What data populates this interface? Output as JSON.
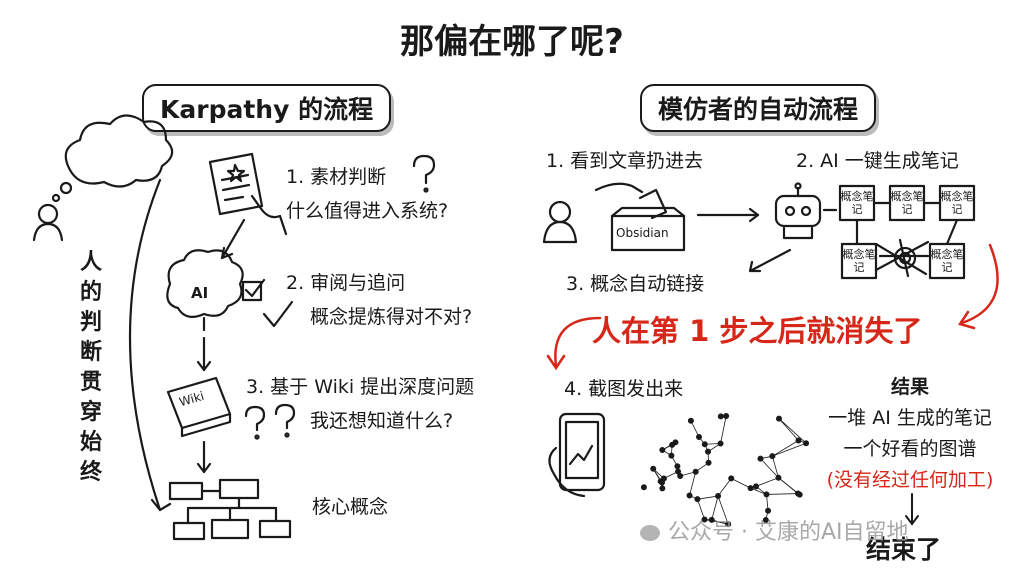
{
  "title": "那偏在哪了呢?",
  "left": {
    "header": "Karpathy 的流程",
    "vertical_text": "人的判断贯穿始终",
    "steps": [
      {
        "line1": "1. 素材判断",
        "line2": "什么值得进入系统?"
      },
      {
        "line1": "2. 审阅与追问",
        "line2": "概念提炼得对不对?"
      },
      {
        "line1": "3. 基于 Wiki 提出深度问题",
        "line2": "我还想知道什么?"
      }
    ],
    "final": "核心概念",
    "icon_labels": {
      "brain": "AI",
      "book": "Wiki"
    }
  },
  "right": {
    "header": "模仿者的自动流程",
    "steps": [
      "1. 看到文章扔进去",
      "2. AI 一键生成笔记",
      "3. 概念自动链接",
      "4. 截图发出来"
    ],
    "box_label": "Obsidian",
    "note_label": "概念笔记",
    "red_statement": "人在第 1 步之后就消失了",
    "result": {
      "title": "结果",
      "lines": [
        "一堆 AI 生成的笔记",
        "一个好看的图谱"
      ],
      "red_line": "(没有经过任何加工)",
      "end": "结束了"
    }
  },
  "watermark": "公众号 · 艾康的AI自留地",
  "colors": {
    "accent_red": "#d62718",
    "ink": "#1a1a1a"
  }
}
